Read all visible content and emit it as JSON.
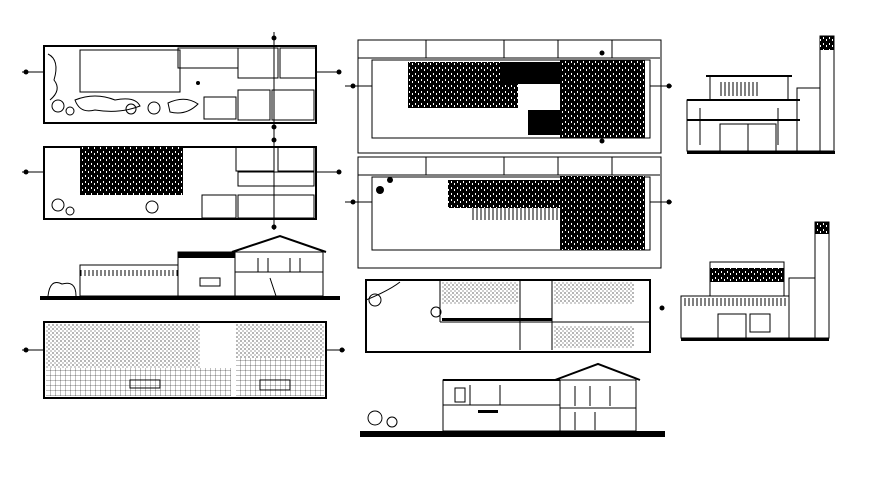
{
  "drawing": {
    "sheet_type": "architectural CAD sheet",
    "colors": {
      "background": "#ffffff",
      "linework": "#000000"
    },
    "views": [
      {
        "id": "ground-floor-plan"
      },
      {
        "id": "first-floor-plan"
      },
      {
        "id": "longitudinal-section-left"
      },
      {
        "id": "landscape-paving-plan"
      },
      {
        "id": "roof-plan-upper"
      },
      {
        "id": "roof-plan-lower"
      },
      {
        "id": "furnished-floor-plan"
      },
      {
        "id": "longitudinal-section-bottom"
      },
      {
        "id": "front-elevation-upper"
      },
      {
        "id": "front-elevation-lower"
      }
    ]
  }
}
